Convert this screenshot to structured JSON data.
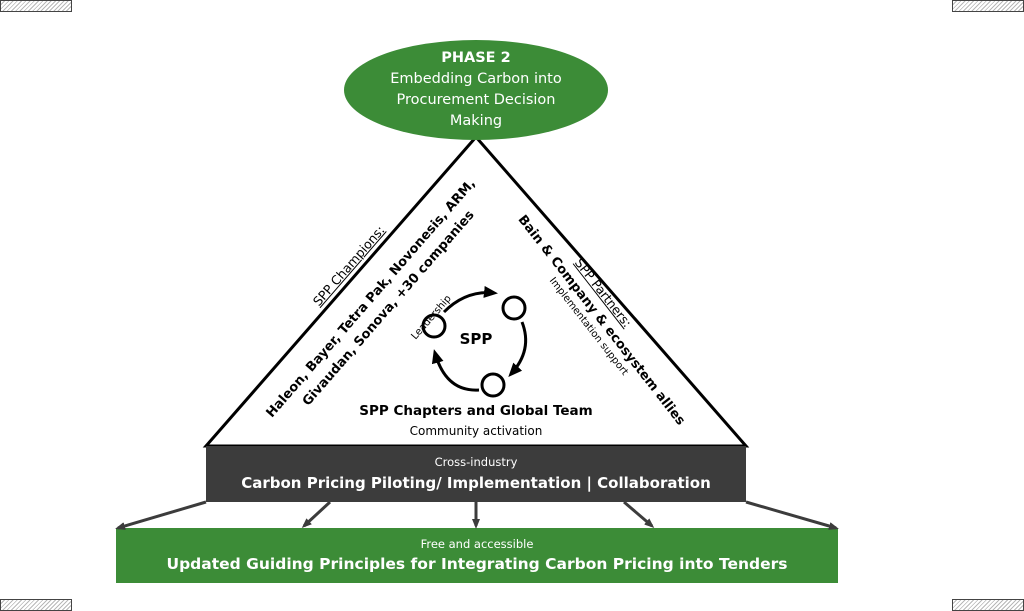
{
  "phase": {
    "title": "PHASE 2",
    "line1": "Embedding Carbon into",
    "line2": "Procurement Decision",
    "line3": "Making"
  },
  "champions": {
    "heading": "SPP Champions:",
    "line1": "Haleon, Bayer, Tetra Pak, Novonesis, ARM,",
    "line2": "Givaudan, Sonova, +30 companies",
    "role": "Leadership"
  },
  "partners": {
    "heading": "SPP Partners:",
    "line1": "Bain & Company & ecosystem allies",
    "role": "Implementation support"
  },
  "center": {
    "label": "SPP",
    "team": "SPP Chapters and Global Team",
    "role": "Community activation"
  },
  "base_bar": {
    "subtitle": "Cross-industry",
    "title": "Carbon Pricing Piloting/ Implementation | Collaboration"
  },
  "output_bar": {
    "subtitle": "Free and accessible",
    "title": "Updated Guiding Principles for Integrating Carbon Pricing into Tenders"
  },
  "colors": {
    "green": "#3c8c37",
    "dark_bar": "#3c3c3c",
    "arrow": "#3c3c3c"
  }
}
